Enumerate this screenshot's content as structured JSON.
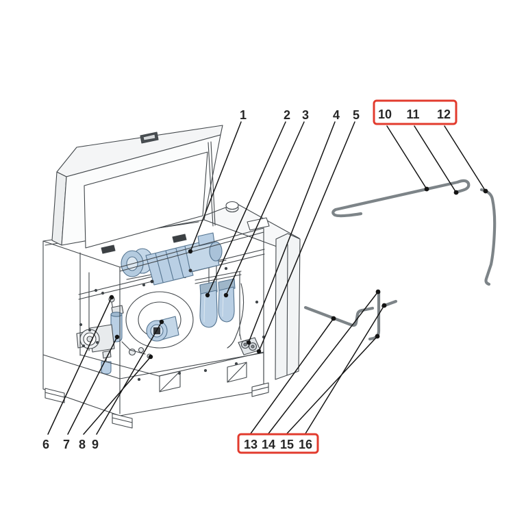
{
  "diagram": {
    "background": "#ffffff",
    "kind": "machine-parts-callout-diagram"
  },
  "callouts": {
    "top": [
      "1",
      "2",
      "3",
      "4",
      "5"
    ],
    "bottom_left": [
      "6",
      "7",
      "8",
      "9"
    ],
    "boxed_top_right": [
      "10",
      "11",
      "12"
    ],
    "boxed_bottom": [
      "13",
      "14",
      "15",
      "16"
    ]
  },
  "colors": {
    "outline": "#41464a",
    "highlight_part_fill": "#b9cfe4",
    "highlight_part_stroke": "#54738f",
    "pipe": "#7d8488",
    "leader_line": "#141414",
    "callout_box_red": "#e23b2e",
    "callout_text": "#262626"
  }
}
